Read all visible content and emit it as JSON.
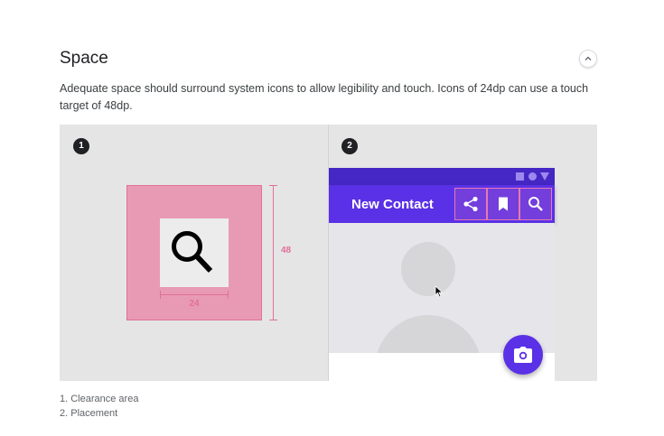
{
  "section": {
    "title": "Space",
    "description": "Adequate space should surround system icons to allow legibility and touch. Icons of 24dp can use a touch target of 48dp.",
    "collapse_icon": "chevron-up-icon"
  },
  "panels": [
    {
      "number": "1",
      "icon": "search-icon",
      "icon_size_label": "24",
      "target_size_label": "48",
      "colors": {
        "clearance": "#e89ab4",
        "measure": "#e0709a"
      }
    },
    {
      "number": "2",
      "app_bar": {
        "title": "New Contact",
        "actions": [
          "share-icon",
          "bookmark-icon",
          "search-icon"
        ],
        "color": "#5a31e6"
      },
      "status_icons": [
        "square-icon",
        "circle-icon",
        "triangle-icon"
      ],
      "fab_icon": "camera-icon"
    }
  ],
  "captions": [
    "1. Clearance area",
    "2. Placement"
  ]
}
